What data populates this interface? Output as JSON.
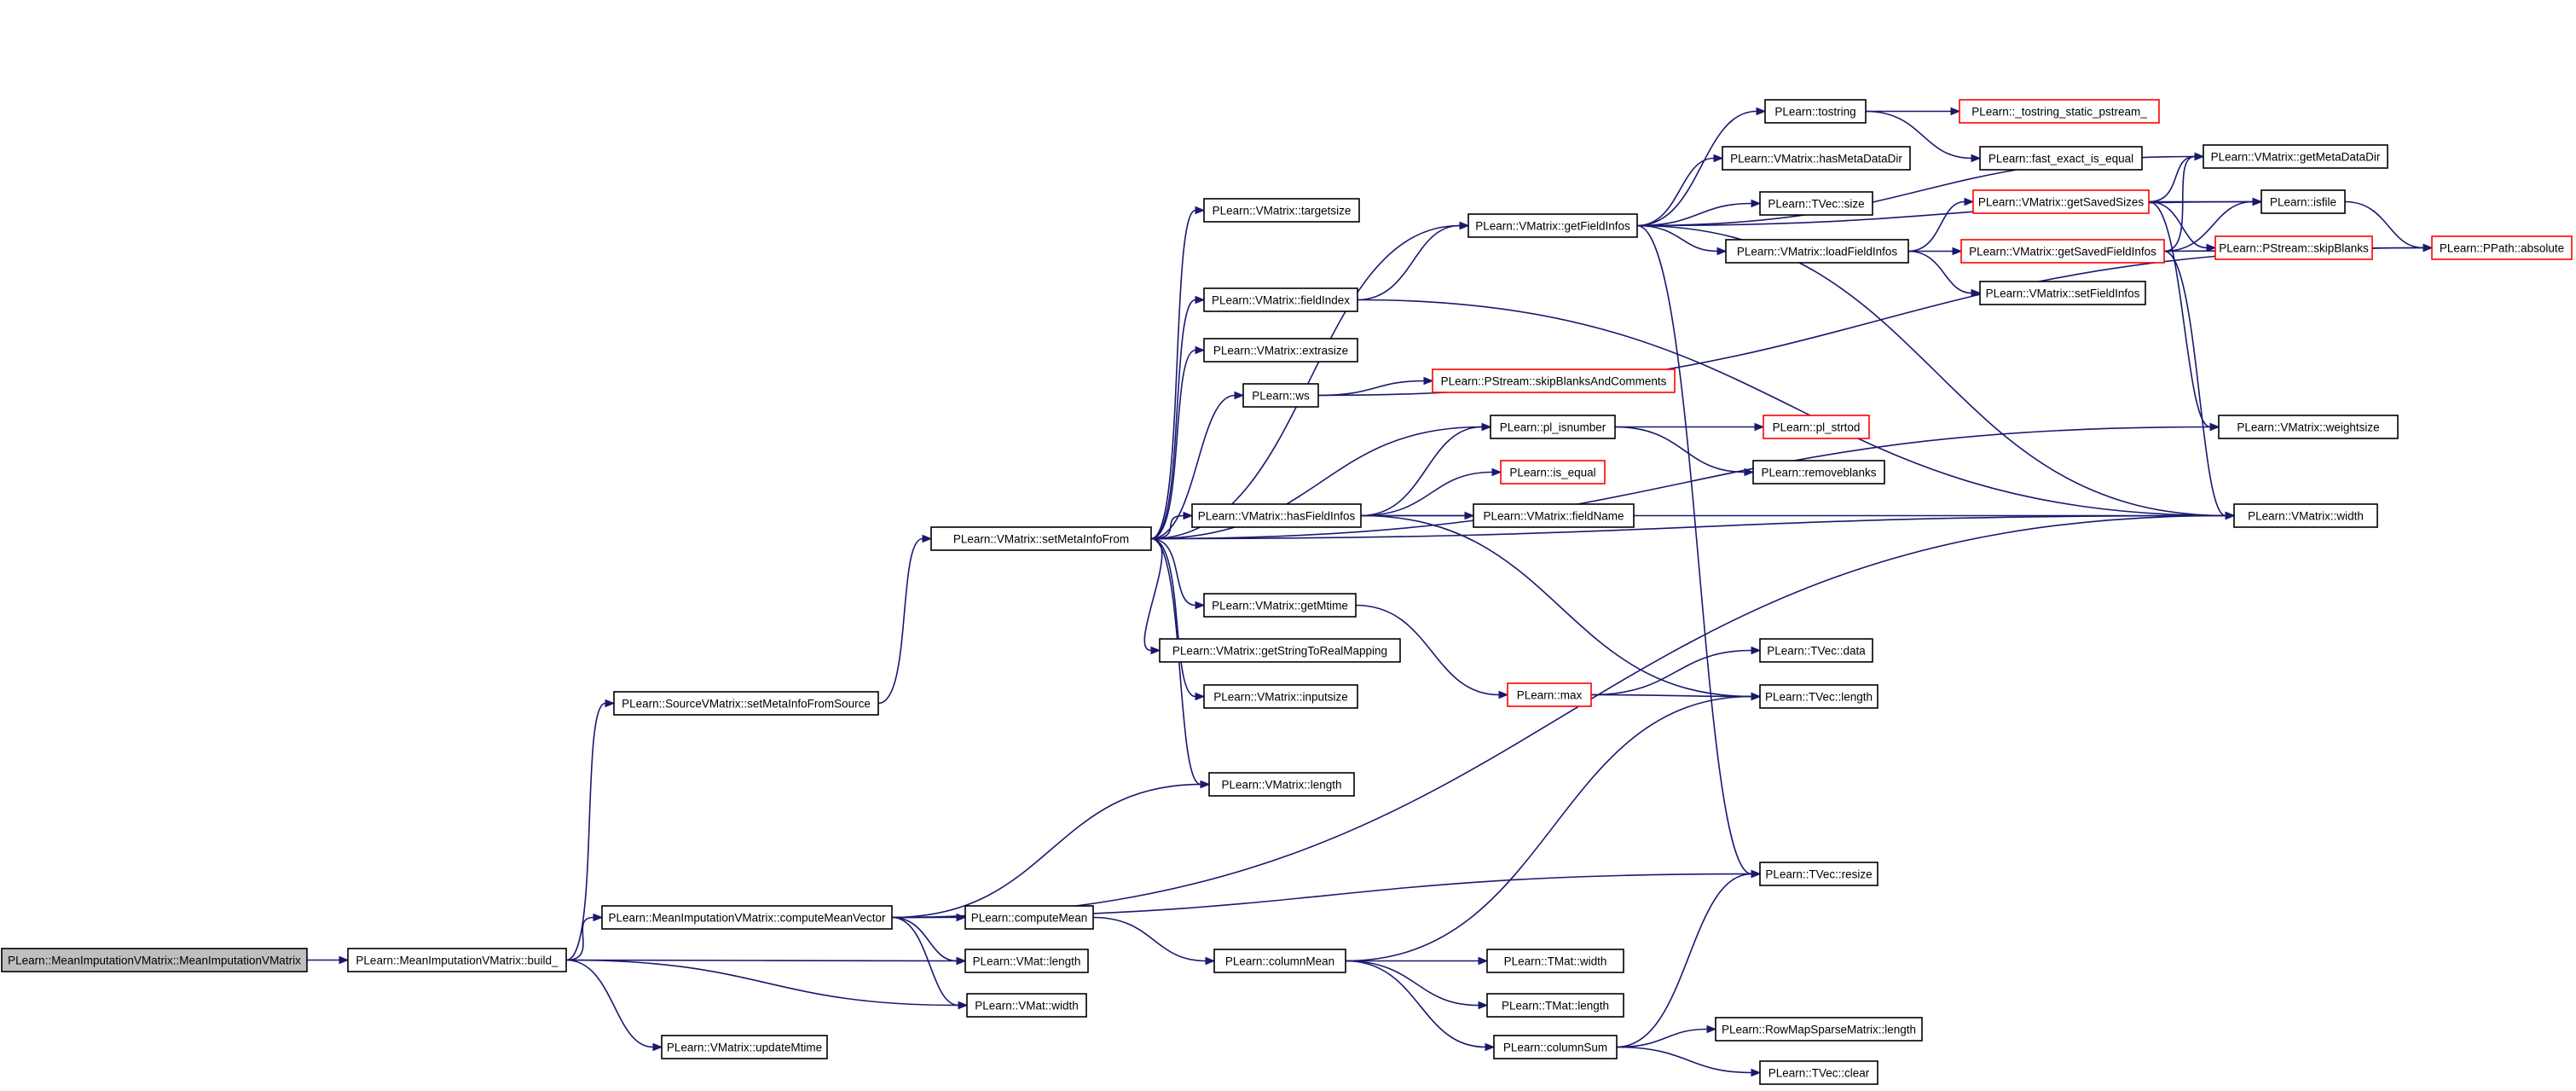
{
  "colors": {
    "edge": "#191970",
    "border_normal": "#000000",
    "border_truncated": "#ff0000",
    "root_fill": "#bfbfbf",
    "fill": "#ffffff"
  },
  "nodes": {
    "root": {
      "label": "PLearn::MeanImputationVMatrix::MeanImputationVMatrix",
      "style": "root"
    },
    "build": {
      "label": "PLearn::MeanImputationVMatrix::build_",
      "style": "normal"
    },
    "smifs": {
      "label": "PLearn::SourceVMatrix::setMetaInfoFromSource",
      "style": "normal"
    },
    "cmv": {
      "label": "PLearn::MeanImputationVMatrix::computeMeanVector",
      "style": "normal"
    },
    "updm": {
      "label": "PLearn::VMatrix::updateMtime",
      "style": "normal"
    },
    "vml": {
      "label": "PLearn::VMat::length",
      "style": "normal"
    },
    "vmw": {
      "label": "PLearn::VMat::width",
      "style": "normal"
    },
    "cmean": {
      "label": "PLearn::computeMean",
      "style": "normal"
    },
    "colmean": {
      "label": "PLearn::columnMean",
      "style": "normal"
    },
    "colsum": {
      "label": "PLearn::columnSum",
      "style": "normal"
    },
    "tmw": {
      "label": "PLearn::TMat::width",
      "style": "normal"
    },
    "tml": {
      "label": "PLearn::TMat::length",
      "style": "normal"
    },
    "rmsl": {
      "label": "PLearn::RowMapSparseMatrix::length",
      "style": "normal"
    },
    "tvclear": {
      "label": "PLearn::TVec::clear",
      "style": "normal"
    },
    "tvresize": {
      "label": "PLearn::TVec::resize",
      "style": "normal"
    },
    "smif": {
      "label": "PLearn::VMatrix::setMetaInfoFrom",
      "style": "normal"
    },
    "targ": {
      "label": "PLearn::VMatrix::targetsize",
      "style": "normal"
    },
    "findex": {
      "label": "PLearn::VMatrix::fieldIndex",
      "style": "normal"
    },
    "extra": {
      "label": "PLearn::VMatrix::extrasize",
      "style": "normal"
    },
    "ws": {
      "label": "PLearn::ws",
      "style": "normal"
    },
    "hasfi": {
      "label": "PLearn::VMatrix::hasFieldInfos",
      "style": "normal"
    },
    "getmt": {
      "label": "PLearn::VMatrix::getMtime",
      "style": "normal"
    },
    "gstr": {
      "label": "PLearn::VMatrix::getStringToRealMapping",
      "style": "normal"
    },
    "inputs": {
      "label": "PLearn::VMatrix::inputsize",
      "style": "normal"
    },
    "vmlen": {
      "label": "PLearn::VMatrix::length",
      "style": "normal"
    },
    "getfi": {
      "label": "PLearn::VMatrix::getFieldInfos",
      "style": "normal"
    },
    "plisn": {
      "label": "PLearn::pl_isnumber",
      "style": "normal"
    },
    "iseq": {
      "label": "PLearn::is_equal",
      "style": "truncated"
    },
    "fname": {
      "label": "PLearn::VMatrix::fieldName",
      "style": "normal"
    },
    "max": {
      "label": "PLearn::max",
      "style": "truncated"
    },
    "skipbc": {
      "label": "PLearn::PStream::skipBlanksAndComments",
      "style": "truncated"
    },
    "tostr": {
      "label": "PLearn::tostring",
      "style": "normal"
    },
    "hasmd": {
      "label": "PLearn::VMatrix::hasMetaDataDir",
      "style": "normal"
    },
    "tvsize": {
      "label": "PLearn::TVec::size",
      "style": "normal"
    },
    "loadfi": {
      "label": "PLearn::VMatrix::loadFieldInfos",
      "style": "normal"
    },
    "plstrtod": {
      "label": "PLearn::pl_strtod",
      "style": "truncated"
    },
    "remblank": {
      "label": "PLearn::removeblanks",
      "style": "normal"
    },
    "tvdata": {
      "label": "PLearn::TVec::data",
      "style": "normal"
    },
    "tvlen": {
      "label": "PLearn::TVec::length",
      "style": "normal"
    },
    "tostatic": {
      "label": "PLearn::_tostring_static_pstream_",
      "style": "truncated"
    },
    "fastex": {
      "label": "PLearn::fast_exact_is_equal",
      "style": "normal"
    },
    "getss": {
      "label": "PLearn::VMatrix::getSavedSizes",
      "style": "truncated"
    },
    "getsfi": {
      "label": "PLearn::VMatrix::getSavedFieldInfos",
      "style": "truncated"
    },
    "setfi": {
      "label": "PLearn::VMatrix::setFieldInfos",
      "style": "normal"
    },
    "getmdd": {
      "label": "PLearn::VMatrix::getMetaDataDir",
      "style": "normal"
    },
    "isfile": {
      "label": "PLearn::isfile",
      "style": "normal"
    },
    "skipb": {
      "label": "PLearn::PStream::skipBlanks",
      "style": "truncated"
    },
    "weights": {
      "label": "PLearn::VMatrix::weightsize",
      "style": "normal"
    },
    "vmwidth": {
      "label": "PLearn::VMatrix::width",
      "style": "normal"
    },
    "ppath": {
      "label": "PLearn::PPath::absolute",
      "style": "truncated"
    }
  },
  "edges": [
    [
      "root",
      "build"
    ],
    [
      "build",
      "smifs"
    ],
    [
      "build",
      "cmv"
    ],
    [
      "build",
      "vml"
    ],
    [
      "build",
      "vmw"
    ],
    [
      "build",
      "updm"
    ],
    [
      "smifs",
      "smif"
    ],
    [
      "cmv",
      "vmlen"
    ],
    [
      "cmv",
      "vmwidth"
    ],
    [
      "cmv",
      "tvresize"
    ],
    [
      "cmv",
      "cmean"
    ],
    [
      "cmv",
      "vml"
    ],
    [
      "cmv",
      "vmw"
    ],
    [
      "cmean",
      "colmean"
    ],
    [
      "colmean",
      "tvlen"
    ],
    [
      "colmean",
      "tmw"
    ],
    [
      "colmean",
      "tml"
    ],
    [
      "colmean",
      "colsum"
    ],
    [
      "colsum",
      "tvresize"
    ],
    [
      "colsum",
      "rmsl"
    ],
    [
      "colsum",
      "tvclear"
    ],
    [
      "smif",
      "targ"
    ],
    [
      "smif",
      "getfi"
    ],
    [
      "smif",
      "findex"
    ],
    [
      "smif",
      "extra"
    ],
    [
      "smif",
      "ws"
    ],
    [
      "smif",
      "plisn"
    ],
    [
      "smif",
      "hasfi"
    ],
    [
      "smif",
      "vmwidth"
    ],
    [
      "smif",
      "getmt"
    ],
    [
      "smif",
      "gstr"
    ],
    [
      "smif",
      "inputs"
    ],
    [
      "smif",
      "vmlen"
    ],
    [
      "smif",
      "weights"
    ],
    [
      "findex",
      "getfi"
    ],
    [
      "findex",
      "vmwidth"
    ],
    [
      "ws",
      "skipbc"
    ],
    [
      "ws",
      "ppath"
    ],
    [
      "hasfi",
      "plisn"
    ],
    [
      "hasfi",
      "iseq"
    ],
    [
      "hasfi",
      "fname"
    ],
    [
      "hasfi",
      "vmwidth"
    ],
    [
      "hasfi",
      "tvlen"
    ],
    [
      "getmt",
      "max"
    ],
    [
      "max",
      "tvdata"
    ],
    [
      "max",
      "tvlen"
    ],
    [
      "plisn",
      "plstrtod"
    ],
    [
      "plisn",
      "remblank"
    ],
    [
      "getfi",
      "tostr"
    ],
    [
      "getfi",
      "hasmd"
    ],
    [
      "getfi",
      "tvsize"
    ],
    [
      "getfi",
      "loadfi"
    ],
    [
      "getfi",
      "getmdd"
    ],
    [
      "getfi",
      "isfile"
    ],
    [
      "getfi",
      "vmwidth"
    ],
    [
      "getfi",
      "tvresize"
    ],
    [
      "tostr",
      "tostatic"
    ],
    [
      "tostr",
      "fastex"
    ],
    [
      "loadfi",
      "getss"
    ],
    [
      "loadfi",
      "getsfi"
    ],
    [
      "loadfi",
      "setfi"
    ],
    [
      "getss",
      "getmdd"
    ],
    [
      "getss",
      "isfile"
    ],
    [
      "getss",
      "skipb"
    ],
    [
      "getss",
      "weights"
    ],
    [
      "getsfi",
      "getmdd"
    ],
    [
      "getsfi",
      "isfile"
    ],
    [
      "getsfi",
      "vmwidth"
    ],
    [
      "getsfi",
      "ppath"
    ],
    [
      "isfile",
      "ppath"
    ]
  ]
}
